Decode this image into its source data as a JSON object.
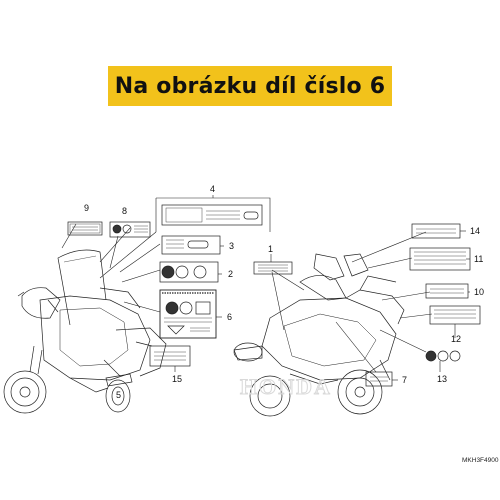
{
  "banner": {
    "text": "Na obrázku díl číslo 6"
  },
  "diagram_code": "MKH3F4900",
  "watermark": "HONDA",
  "callouts": [
    "1",
    "2",
    "3",
    "4",
    "5",
    "6",
    "7",
    "8",
    "9",
    "10",
    "11",
    "12",
    "13",
    "14",
    "15"
  ],
  "colors": {
    "banner_bg": "#f2c21b",
    "line": "#222222",
    "watermark": "#d9d9d9"
  }
}
